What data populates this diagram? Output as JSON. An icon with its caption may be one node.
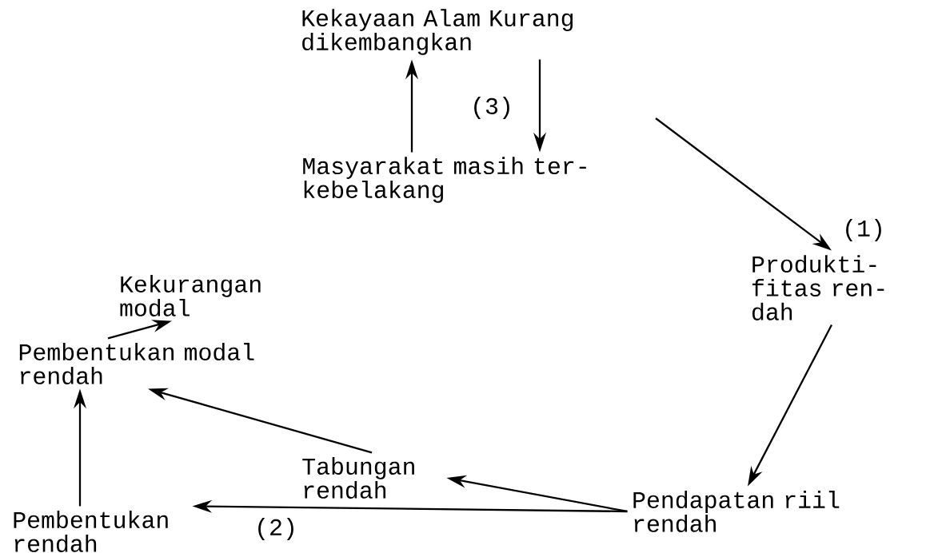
{
  "diagram": {
    "nodes": [
      {
        "text": [
          "Kekayaan Alam Kurang dikembangkan"
        ]
      },
      {
        "text": [
          "Masyarakat masih ter- kebelakang"
        ]
      },
      {
        "text": [
          "Produkti- fitas ren- dah"
        ]
      },
      {
        "text": [
          "Pendapatan riil rendah"
        ]
      },
      {
        "text": [
          "Tabungan rendah"
        ]
      },
      {
        "text": [
          "Pembentukan rendah"
        ]
      },
      {
        "text": [
          "Pembentukan modal rendah"
        ]
      },
      {
        "text": [
          "Kekurangan modal"
        ]
      }
    ],
    "edges": [
      {
        "from": 1,
        "to": 0,
        "arrow": "to"
      },
      {
        "from": 0,
        "to": 1,
        "arrow": "to"
      },
      {
        "from": null,
        "to": 2,
        "arrow": "to"
      },
      {
        "from": 2,
        "to": 3,
        "arrow": "to"
      },
      {
        "from": 3,
        "to": 4,
        "arrow": "to"
      },
      {
        "from": 3,
        "to": 5,
        "arrow": "to"
      },
      {
        "from": 4,
        "to": 6,
        "arrow": "to"
      },
      {
        "from": 5,
        "to": 6,
        "arrow": "to"
      },
      {
        "from": 6,
        "to": 7,
        "arrow": "to"
      }
    ],
    "labels": [
      "(3)",
      "(1)",
      "(2)"
    ]
  }
}
